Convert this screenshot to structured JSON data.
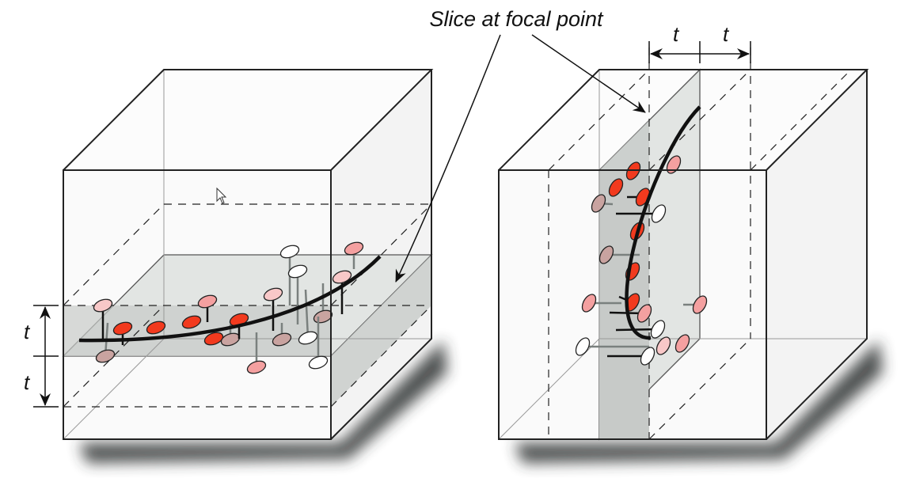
{
  "callout": {
    "text": "Slice at focal point"
  },
  "left_panel": {
    "t_upper": "t",
    "t_lower": "t"
  },
  "right_panel": {
    "t_left": "t",
    "t_right": "t"
  },
  "colors": {
    "red": "#f23a1e",
    "pink": "#f4a0a0",
    "light_pink": "#f8c8c8",
    "muted": "#c9a3a0",
    "white": "#ffffff",
    "slab": "#c9ccca",
    "slab_light": "#e1e4e2",
    "curve": "#111111"
  }
}
